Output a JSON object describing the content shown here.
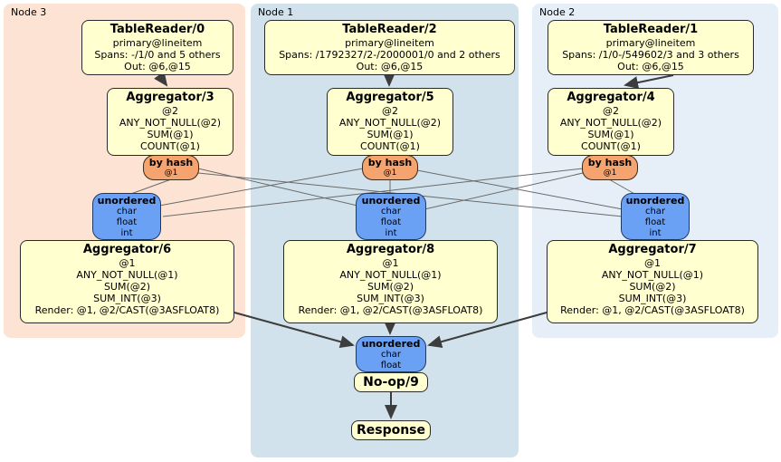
{
  "regions": {
    "node3": {
      "label": "Node 3"
    },
    "node1": {
      "label": "Node 1"
    },
    "node2": {
      "label": "Node 2"
    }
  },
  "processors": {
    "tr0": {
      "title": "TableReader/0",
      "lines": [
        "primary@lineitem",
        "Spans: -/1/0 and 5 others",
        "Out: @6,@15"
      ]
    },
    "tr2": {
      "title": "TableReader/2",
      "lines": [
        "primary@lineitem",
        "Spans: /1792327/2-/2000001/0 and 2 others",
        "Out: @6,@15"
      ]
    },
    "tr1": {
      "title": "TableReader/1",
      "lines": [
        "primary@lineitem",
        "Spans: /1/0-/549602/3 and 3 others",
        "Out: @6,@15"
      ]
    },
    "agg3": {
      "title": "Aggregator/3",
      "lines": [
        "@2",
        "ANY_NOT_NULL(@2)",
        "SUM(@1)",
        "COUNT(@1)"
      ]
    },
    "agg5": {
      "title": "Aggregator/5",
      "lines": [
        "@2",
        "ANY_NOT_NULL(@2)",
        "SUM(@1)",
        "COUNT(@1)"
      ]
    },
    "agg4": {
      "title": "Aggregator/4",
      "lines": [
        "@2",
        "ANY_NOT_NULL(@2)",
        "SUM(@1)",
        "COUNT(@1)"
      ]
    },
    "agg6": {
      "title": "Aggregator/6",
      "lines": [
        "@1",
        "ANY_NOT_NULL(@1)",
        "SUM(@2)",
        "SUM_INT(@3)",
        "Render: @1, @2/CAST(@3ASFLOAT8)"
      ]
    },
    "agg8": {
      "title": "Aggregator/8",
      "lines": [
        "@1",
        "ANY_NOT_NULL(@1)",
        "SUM(@2)",
        "SUM_INT(@3)",
        "Render: @1, @2/CAST(@3ASFLOAT8)"
      ]
    },
    "agg7": {
      "title": "Aggregator/7",
      "lines": [
        "@1",
        "ANY_NOT_NULL(@1)",
        "SUM(@2)",
        "SUM_INT(@3)",
        "Render: @1, @2/CAST(@3ASFLOAT8)"
      ]
    },
    "noop": {
      "title": "No-op/9"
    },
    "response": {
      "title": "Response"
    }
  },
  "routers": {
    "hash3": {
      "label": "by hash",
      "detail": "@1"
    },
    "hash5": {
      "label": "by hash",
      "detail": "@1"
    },
    "hash4": {
      "label": "by hash",
      "detail": "@1"
    }
  },
  "syncs": {
    "un3": {
      "label": "unordered",
      "types": [
        "char",
        "float",
        "int"
      ]
    },
    "un1": {
      "label": "unordered",
      "types": [
        "char",
        "float",
        "int"
      ]
    },
    "un2": {
      "label": "unordered",
      "types": [
        "char",
        "float",
        "int"
      ]
    },
    "unf": {
      "label": "unordered",
      "types": [
        "char",
        "float"
      ]
    }
  },
  "colors": {
    "node3-bg": "#fce3d4",
    "node1-bg": "#d2e2ec",
    "node2-bg": "#e6eff8",
    "proc-fill": "#ffffcf",
    "router-fill": "#f6a46f",
    "sync-fill": "#6ba1f4",
    "edge-thick": "#3d3d3d",
    "edge-thin": "#6a6a6a"
  }
}
